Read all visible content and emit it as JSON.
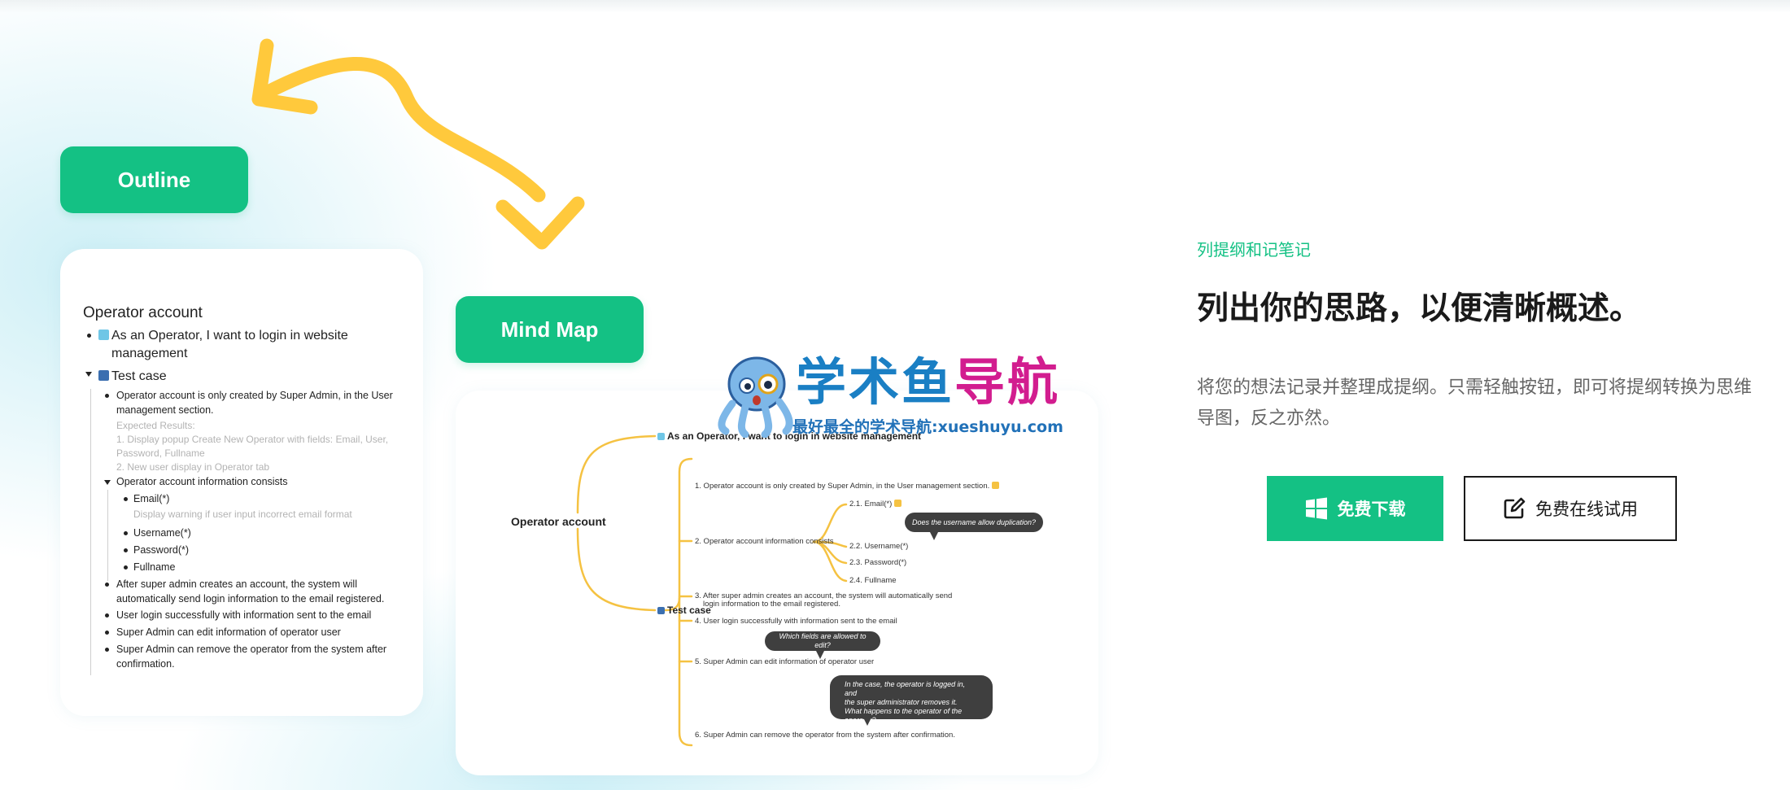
{
  "labels": {
    "outline_pill": "Outline",
    "mindmap_pill": "Mind Map"
  },
  "outline_card": {
    "title": "Operator account",
    "item1": "As an Operator, I want to login in website",
    "item1b": "management",
    "item2": "Test case",
    "s1a": "Operator account is only created by Super Admin, in the User",
    "s1b": "management section.",
    "expected": "Expected Results:",
    "exp1a": "1. Display popup Create New Operator with fields: Email, User,",
    "exp1b": "Password, Fullname",
    "exp2": "2. New user display in Operator tab",
    "s2": "Operator account information consists",
    "f1": "Email(*)",
    "f1warn": "Display warning if user input incorrect email format",
    "f2": "Username(*)",
    "f3": "Password(*)",
    "f4": "Fullname",
    "s3a": "After super admin creates an account, the system will",
    "s3b": "automatically send login information to the email registered.",
    "s4": "User login successfully with information sent to the email",
    "s5": "Super Admin can edit information of operator user",
    "s6a": "Super Admin can remove the operator from the system after",
    "s6b": "confirmation."
  },
  "mindmap": {
    "root": "Operator account",
    "branch1": "As an Operator, I want to login in website management",
    "branch2": "Test case",
    "n1": "1. Operator account is only created by Super Admin, in the User management section.",
    "n2": "2. Operator account information consists",
    "n21": "2.1. Email(*)",
    "q1": "Does the username allow duplication?",
    "n22": "2.2. Username(*)",
    "n23": "2.3. Password(*)",
    "n24": "2.4. Fullname",
    "n3a": "3. After super admin creates an account, the system will automatically send",
    "n3b": "login information to the email registered.",
    "n4": "4. User login successfully with information sent to the email",
    "q2": "Which fields are allowed to edit?",
    "n5": "5. Super Admin can edit information of operator user",
    "q3a": "In the case, the operator is logged in, and",
    "q3b": "the super administrator removes it.",
    "q3c": "What happens to the operator of the",
    "q3d": "operator?",
    "n6": "6. Super Admin can remove the operator from the system after confirmation."
  },
  "watermark": {
    "part1": "学术鱼",
    "part2": "导航",
    "subtitle": "最好最全的学术导航:xueshuyu.com",
    "color1": "#1a7fc4",
    "color2": "#d21d8f"
  },
  "feature": {
    "eyebrow": "列提纲和记笔记",
    "title": "列出你的思路，以便清晰概述。",
    "desc": "将您的想法记录并整理成提纲。只需轻触按钮，即可将提纲转换为思维导图，反之亦然。",
    "download_label": "免费下载",
    "try_label": "免费在线试用"
  },
  "colors": {
    "brand_green": "#14c184",
    "arrow_yellow": "#ffc93c",
    "mindmap_line": "#f5c242"
  },
  "icons": {
    "download": "windows-logo-icon",
    "try": "edit-square-icon"
  }
}
